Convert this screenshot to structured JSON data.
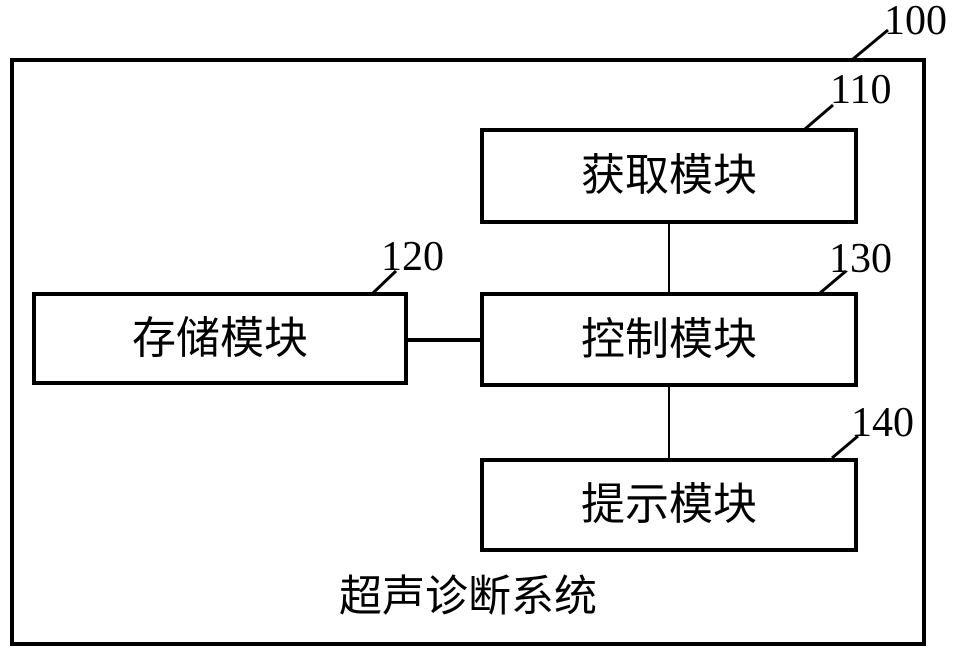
{
  "diagram": {
    "type": "patent-block-diagram",
    "title": "超声诊断系统",
    "system_ref": "100",
    "modules": [
      {
        "ref": "110",
        "label": "获取模块"
      },
      {
        "ref": "120",
        "label": "存储模块"
      },
      {
        "ref": "130",
        "label": "控制模块"
      },
      {
        "ref": "140",
        "label": "提示模块"
      }
    ],
    "connections": [
      {
        "from": "110",
        "to": "130",
        "style": "plain-line"
      },
      {
        "from": "120",
        "to": "130",
        "style": "plain-line"
      },
      {
        "from": "130",
        "to": "140",
        "style": "plain-line"
      }
    ],
    "colors": {
      "line": "#000000",
      "background": "#ffffff"
    }
  }
}
